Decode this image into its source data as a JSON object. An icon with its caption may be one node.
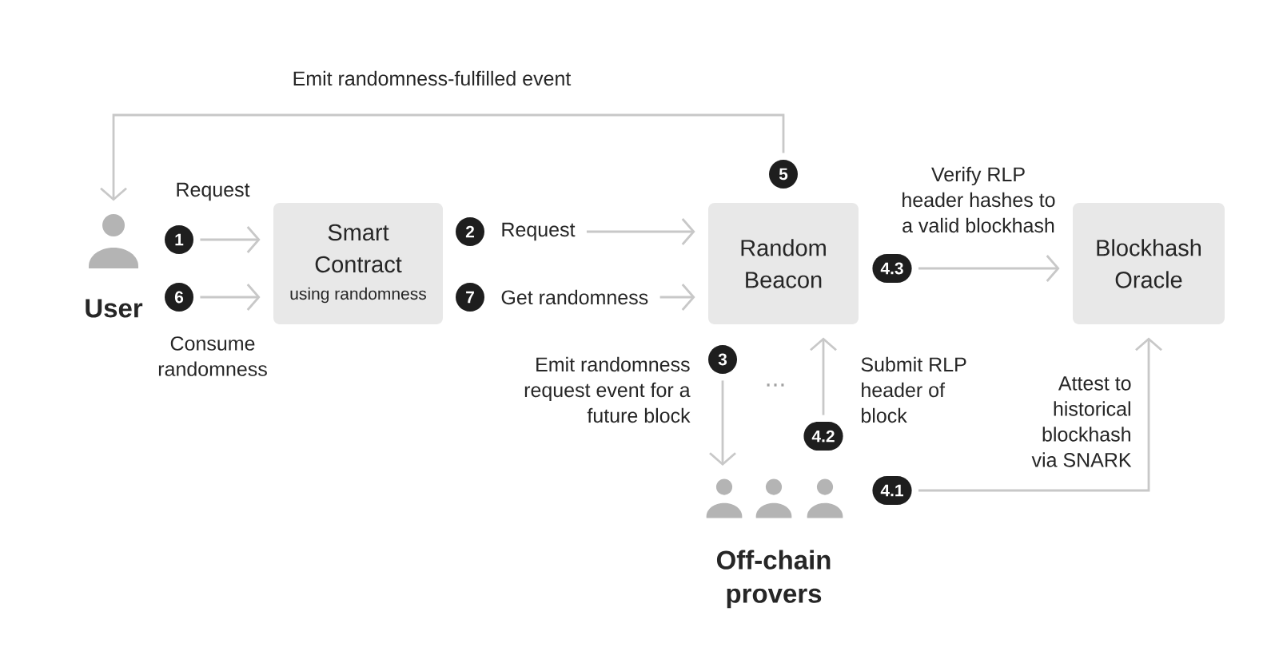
{
  "diagram": {
    "nodes": [
      {
        "text": [],
        "shape": "person",
        "beside": [
          "User"
        ]
      },
      {
        "text": [
          "1"
        ]
      },
      {
        "text": [
          "6"
        ]
      },
      {
        "text": [
          "Smart Contract",
          "using randomness"
        ]
      },
      {
        "text": [
          "2"
        ],
        "beside": [
          "Request"
        ]
      },
      {
        "text": [
          "7"
        ],
        "beside": [
          "Get randomness"
        ]
      },
      {
        "text": [
          "5"
        ]
      },
      {
        "text": [
          "Random Beacon"
        ]
      },
      {
        "text": [
          "3"
        ]
      },
      {
        "text": [
          "4.2"
        ]
      },
      {
        "text": [
          "4.3"
        ]
      },
      {
        "text": [
          "Blockhash Oracle"
        ]
      },
      {
        "text": [],
        "shape": "person"
      },
      {
        "text": [],
        "shape": "person",
        "beside": [
          "Off-chain provers"
        ]
      },
      {
        "text": [],
        "shape": "person"
      },
      {
        "text": [
          "4.1"
        ]
      }
    ],
    "edges": [
      {
        "from": 1,
        "to": 3,
        "arrow": "to",
        "label": "Request"
      },
      {
        "from": 2,
        "to": 3,
        "arrow": "to",
        "label": "Consume randomness"
      },
      {
        "from": 4,
        "to": 7,
        "arrow": "to"
      },
      {
        "from": 5,
        "to": 7,
        "arrow": "to"
      },
      {
        "from": 6,
        "to": 0,
        "arrow": "to",
        "label": "Emit randomness-fulfilled event"
      },
      {
        "from": 8,
        "to": 12,
        "arrow": "to",
        "label": "Emit randomness request event for a future block"
      },
      {
        "from": 9,
        "to": 7,
        "arrow": "to",
        "label": "Submit RLP header of block"
      },
      {
        "from": 10,
        "to": 11,
        "arrow": "to",
        "label": "Verify RLP header hashes to a valid blockhash"
      },
      {
        "from": 15,
        "to": 11,
        "arrow": "to",
        "label": "Attest to historical blockhash via SNARK"
      }
    ],
    "labels": [
      "..."
    ]
  }
}
